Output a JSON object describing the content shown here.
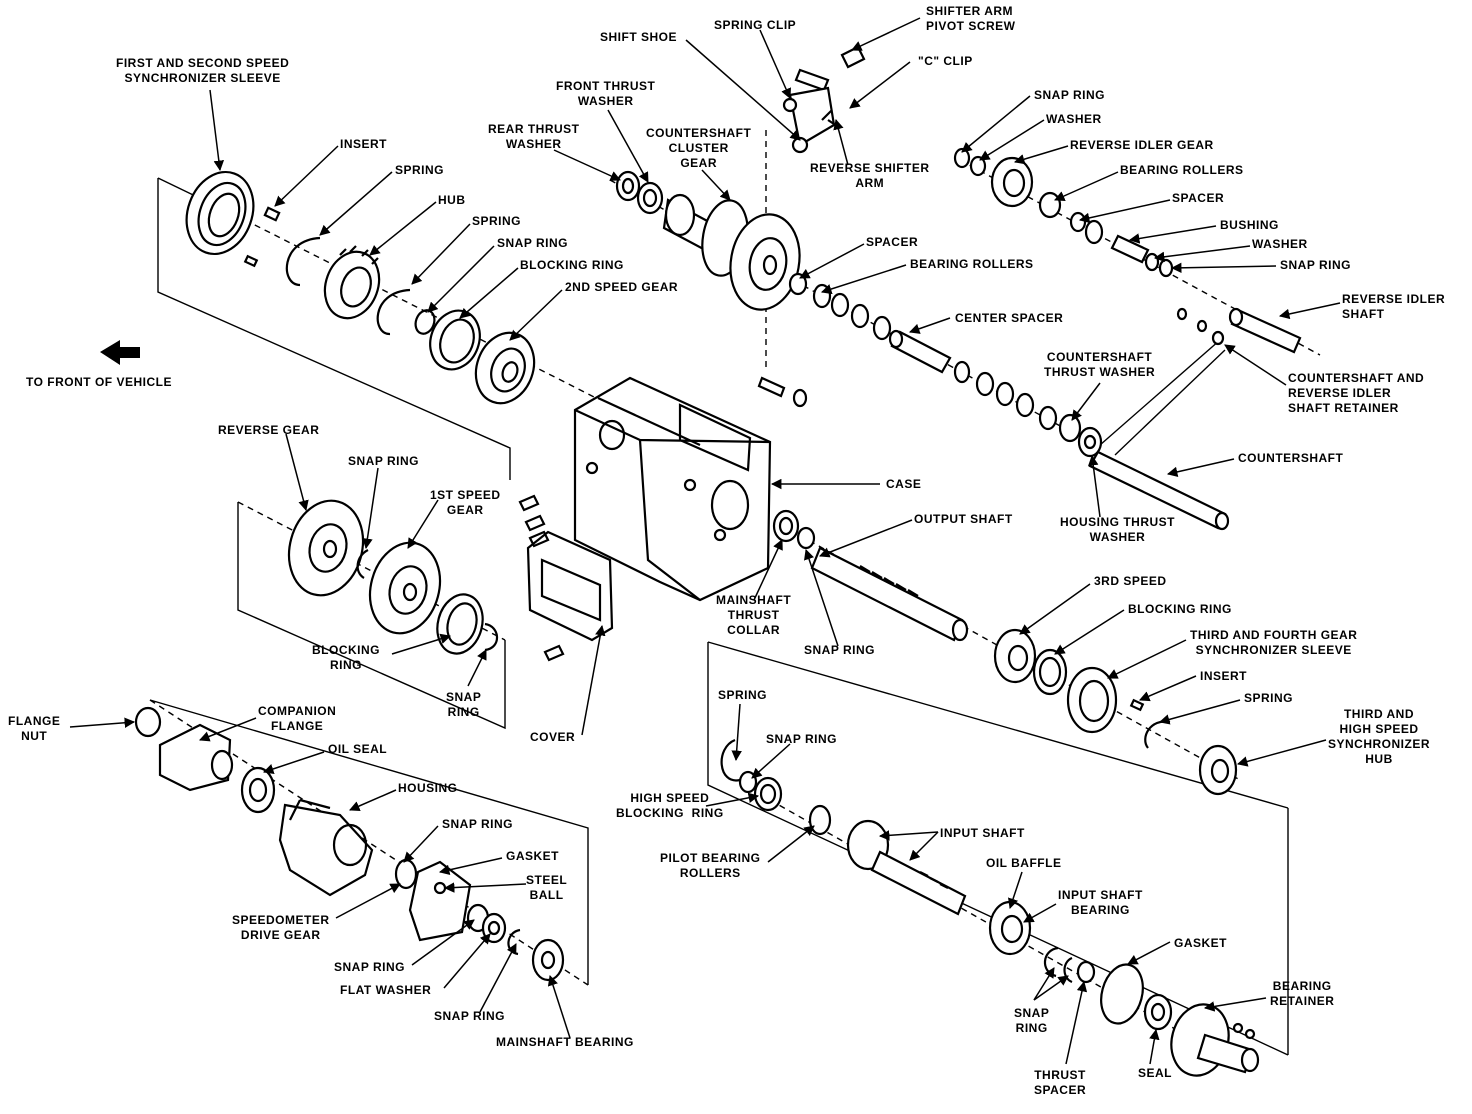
{
  "labels": {
    "first_second_sleeve": "FIRST AND SECOND SPEED\nSYNCHRONIZER SLEEVE",
    "insert_1": "INSERT",
    "spring_1": "SPRING",
    "hub_1": "HUB",
    "spring_2": "SPRING",
    "snap_ring_1": "SNAP RING",
    "blocking_ring_1": "BLOCKING RING",
    "second_speed_gear": "2ND SPEED GEAR",
    "to_front": "TO FRONT OF VEHICLE",
    "shift_shoe": "SHIFT SHOE",
    "spring_clip": "SPRING CLIP",
    "shifter_arm_pivot_screw": "SHIFTER ARM\nPIVOT SCREW",
    "c_clip": "\"C\" CLIP",
    "front_thrust_washer": "FRONT THRUST\nWASHER",
    "rear_thrust_washer": "REAR THRUST\nWASHER",
    "countershaft_cluster_gear": "COUNTERSHAFT\nCLUSTER\nGEAR",
    "reverse_shifter_arm": "REVERSE SHIFTER\nARM",
    "snap_ring_2": "SNAP RING",
    "washer_1": "WASHER",
    "reverse_idler_gear": "REVERSE IDLER GEAR",
    "bearing_rollers_1": "BEARING ROLLERS",
    "spacer_1": "SPACER",
    "bushing": "BUSHING",
    "washer_2": "WASHER",
    "snap_ring_3": "SNAP RING",
    "spacer_2": "SPACER",
    "bearing_rollers_2": "BEARING ROLLERS",
    "reverse_idler_shaft": "REVERSE IDLER\nSHAFT",
    "center_spacer": "CENTER SPACER",
    "countershaft_thrust_washer": "COUNTERSHAFT\nTHRUST WASHER",
    "countershaft_retainer": "COUNTERSHAFT AND\nREVERSE IDLER\nSHAFT RETAINER",
    "countershaft": "COUNTERSHAFT",
    "case": "CASE",
    "output_shaft": "OUTPUT SHAFT",
    "housing_thrust_washer": "HOUSING THRUST\nWASHER",
    "reverse_gear": "REVERSE GEAR",
    "snap_ring_4": "SNAP RING",
    "first_speed_gear": "1ST SPEED\nGEAR",
    "blocking_ring_2": "BLOCKING\nRING",
    "snap_ring_5": "SNAP\nRING",
    "cover": "COVER",
    "mainshaft_thrust_collar": "MAINSHAFT\nTHRUST\nCOLLAR",
    "snap_ring_6": "SNAP RING",
    "third_speed": "3RD SPEED",
    "blocking_ring_3": "BLOCKING RING",
    "third_fourth_sleeve": "THIRD AND FOURTH GEAR\nSYNCHRONIZER SLEEVE",
    "insert_2": "INSERT",
    "spring_3": "SPRING",
    "third_high_hub": "THIRD AND\nHIGH SPEED\nSYNCHRONIZER\nHUB",
    "flange_nut": "FLANGE\nNUT",
    "companion_flange": "COMPANION\nFLANGE",
    "oil_seal": "OIL SEAL",
    "housing": "HOUSING",
    "snap_ring_7": "SNAP RING",
    "gasket_1": "GASKET",
    "steel_ball": "STEEL\nBALL",
    "speedometer_drive_gear": "SPEEDOMETER\nDRIVE GEAR",
    "snap_ring_8": "SNAP RING",
    "flat_washer": "FLAT WASHER",
    "snap_ring_9": "SNAP RING",
    "mainshaft_bearing": "MAINSHAFT BEARING",
    "spring_4": "SPRING",
    "snap_ring_10": "SNAP RING",
    "high_speed_blocking_ring": "HIGH SPEED\nBLOCKING  RING",
    "pilot_bearing_rollers": "PILOT BEARING\nROLLERS",
    "input_shaft": "INPUT SHAFT",
    "oil_baffle": "OIL BAFFLE",
    "input_shaft_bearing": "INPUT SHAFT\nBEARING",
    "gasket_2": "GASKET",
    "snap_ring_11": "SNAP\nRING",
    "thrust_spacer": "THRUST\nSPACER",
    "seal": "SEAL",
    "bearing_retainer": "BEARING\nRETAINER"
  },
  "colors": {
    "ink": "#000000",
    "paper": "#ffffff"
  }
}
